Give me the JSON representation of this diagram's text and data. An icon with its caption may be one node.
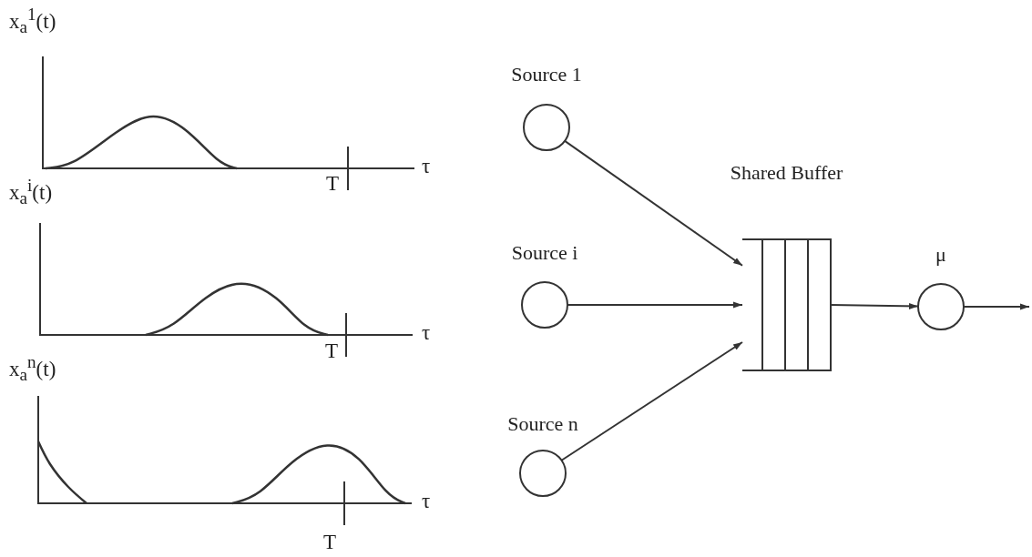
{
  "diagram": {
    "nodes": [
      {
        "text": [
          "Source 1"
        ]
      },
      {
        "text": [
          "Source i"
        ]
      },
      {
        "text": [
          "Source n"
        ]
      },
      {
        "text": [
          "Shared Buffer"
        ]
      },
      {
        "text": [
          "μ"
        ]
      }
    ],
    "edges": [
      {
        "from": 0,
        "to": 3,
        "arrow": "to"
      },
      {
        "from": 1,
        "to": 3,
        "arrow": "to"
      },
      {
        "from": 2,
        "to": 3,
        "arrow": "to"
      },
      {
        "from": 3,
        "to": 4,
        "arrow": "to"
      },
      {
        "from": 4,
        "to": null,
        "arrow": "to"
      }
    ],
    "labels": [
      "x$_{a}$$^{1}$(t)",
      "τ",
      "T",
      "x$_{a}$$^{i}$(t)",
      "τ",
      "T",
      "x$_{a}$$^{n}$(t)",
      "τ",
      "T"
    ]
  }
}
